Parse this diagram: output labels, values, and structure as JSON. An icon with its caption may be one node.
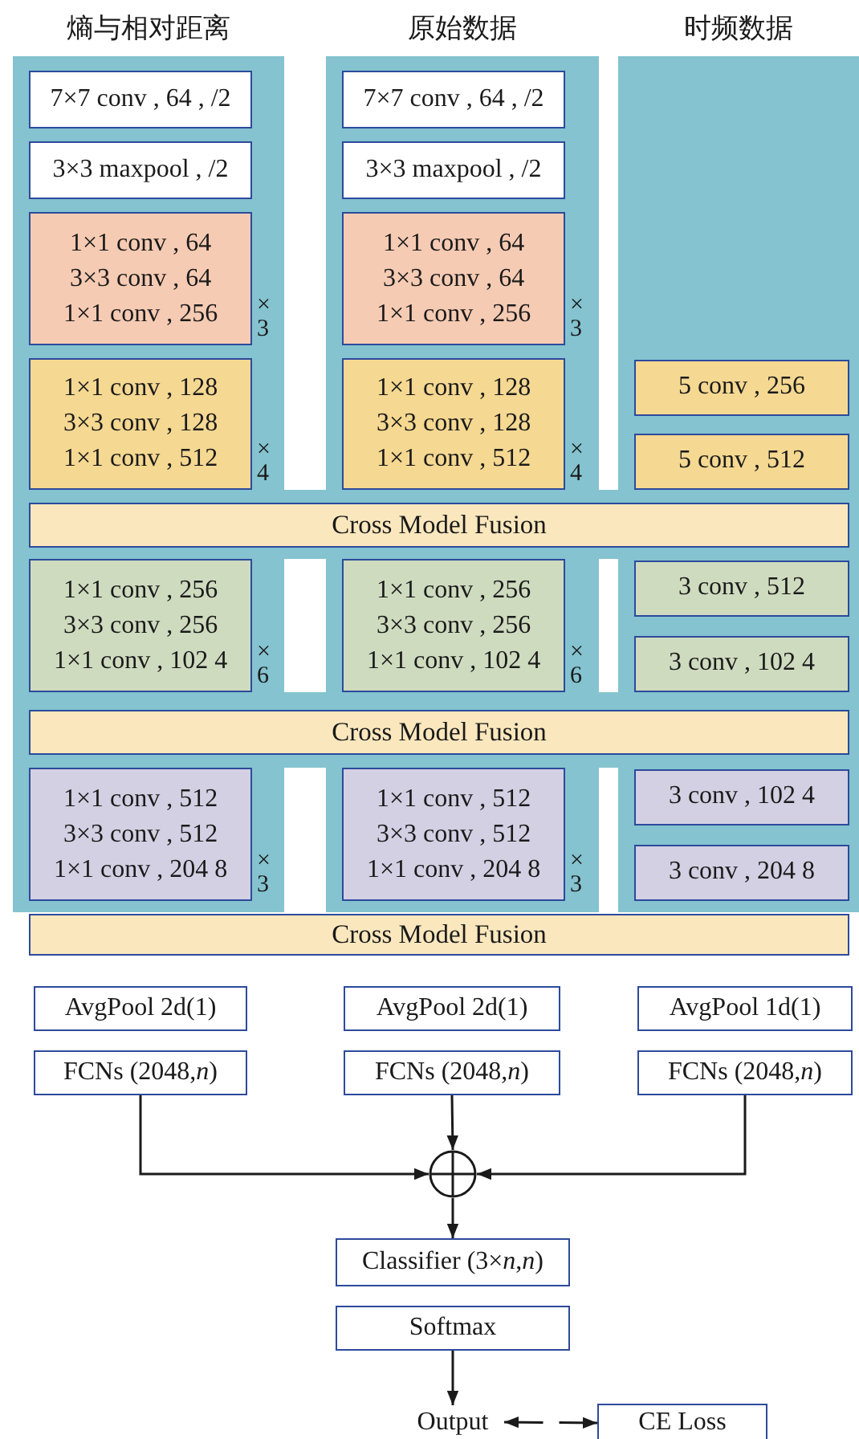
{
  "diagram": {
    "nodes": [
      {
        "text": [
          "熵与相对距离"
        ]
      },
      {
        "text": [
          "原始数据"
        ]
      },
      {
        "text": [
          "时频数据"
        ]
      },
      {
        "text": [
          "7×7 conv , 64 , /2"
        ],
        "in": 0
      },
      {
        "text": [
          "7×7 conv , 64 , /2"
        ],
        "in": 1
      },
      {
        "text": [
          "3×3 maxpool , /2"
        ],
        "in": 0
      },
      {
        "text": [
          "3×3 maxpool , /2"
        ],
        "in": 1
      },
      {
        "text": [
          "1×1 conv , 64",
          "3×3 conv , 64",
          "1×1 conv , 256"
        ],
        "in": 0,
        "beside": [
          "×3"
        ]
      },
      {
        "text": [
          "1×1 conv , 64",
          "3×3 conv , 64",
          "1×1 conv , 256"
        ],
        "in": 1,
        "beside": [
          "×3"
        ]
      },
      {
        "text": [
          "1×1 conv , 128",
          "3×3 conv , 128",
          "1×1 conv , 512"
        ],
        "in": 0,
        "beside": [
          "×4"
        ]
      },
      {
        "text": [
          "1×1 conv , 128",
          "3×3 conv , 128",
          "1×1 conv , 512"
        ],
        "in": 1,
        "beside": [
          "×4"
        ]
      },
      {
        "text": [
          "5 conv , 256"
        ],
        "in": 2
      },
      {
        "text": [
          "5 conv , 512"
        ],
        "in": 2
      },
      {
        "text": [
          "Cross Model Fusion"
        ]
      },
      {
        "text": [
          "1×1 conv , 256",
          "3×3 conv , 256",
          "1×1 conv , 102 4"
        ],
        "in": 0,
        "beside": [
          "×6"
        ]
      },
      {
        "text": [
          "1×1 conv , 256",
          "3×3 conv , 256",
          "1×1 conv , 102 4"
        ],
        "in": 1,
        "beside": [
          "×6"
        ]
      },
      {
        "text": [
          "3 conv , 512"
        ],
        "in": 2
      },
      {
        "text": [
          "3 conv , 102 4"
        ],
        "in": 2
      },
      {
        "text": [
          "Cross Model Fusion"
        ]
      },
      {
        "text": [
          "1×1 conv , 512",
          "3×3 conv , 512",
          "1×1 conv , 204 8"
        ],
        "in": 0,
        "beside": [
          "×3"
        ]
      },
      {
        "text": [
          "1×1 conv , 512",
          "3×3 conv , 512",
          "1×1 conv , 204 8"
        ],
        "in": 1,
        "beside": [
          "×3"
        ]
      },
      {
        "text": [
          "3 conv , 102 4"
        ],
        "in": 2
      },
      {
        "text": [
          "3 conv , 204 8"
        ],
        "in": 2
      },
      {
        "text": [
          "Cross Model Fusion"
        ]
      },
      {
        "text": [
          "AvgPool 2d(1)"
        ]
      },
      {
        "text": [
          "AvgPool 2d(1)"
        ]
      },
      {
        "text": [
          "AvgPool 1d(1)"
        ]
      },
      {
        "text": [
          "FCNs (2048,*n*)"
        ]
      },
      {
        "text": [
          "FCNs (2048,*n*)"
        ]
      },
      {
        "text": [
          "FCNs (2048,*n*)"
        ]
      },
      {
        "text": [],
        "shape": "circle"
      },
      {
        "text": [
          "Classifier (3×*n*,*n*)"
        ]
      },
      {
        "text": [
          "Softmax"
        ]
      },
      {
        "text": [
          "Output"
        ]
      },
      {
        "text": [
          "CE Loss"
        ]
      }
    ],
    "edges": [
      {
        "from": 27,
        "to": 30,
        "arrow": "to"
      },
      {
        "from": 28,
        "to": 30,
        "arrow": "to"
      },
      {
        "from": 29,
        "to": 30,
        "arrow": "to"
      },
      {
        "from": 30,
        "to": 31,
        "arrow": "to"
      },
      {
        "from": 32,
        "to": 33,
        "arrow": "to"
      },
      {
        "from": 33,
        "to": 34,
        "arrow": "both",
        "style": "dashed"
      }
    ]
  }
}
